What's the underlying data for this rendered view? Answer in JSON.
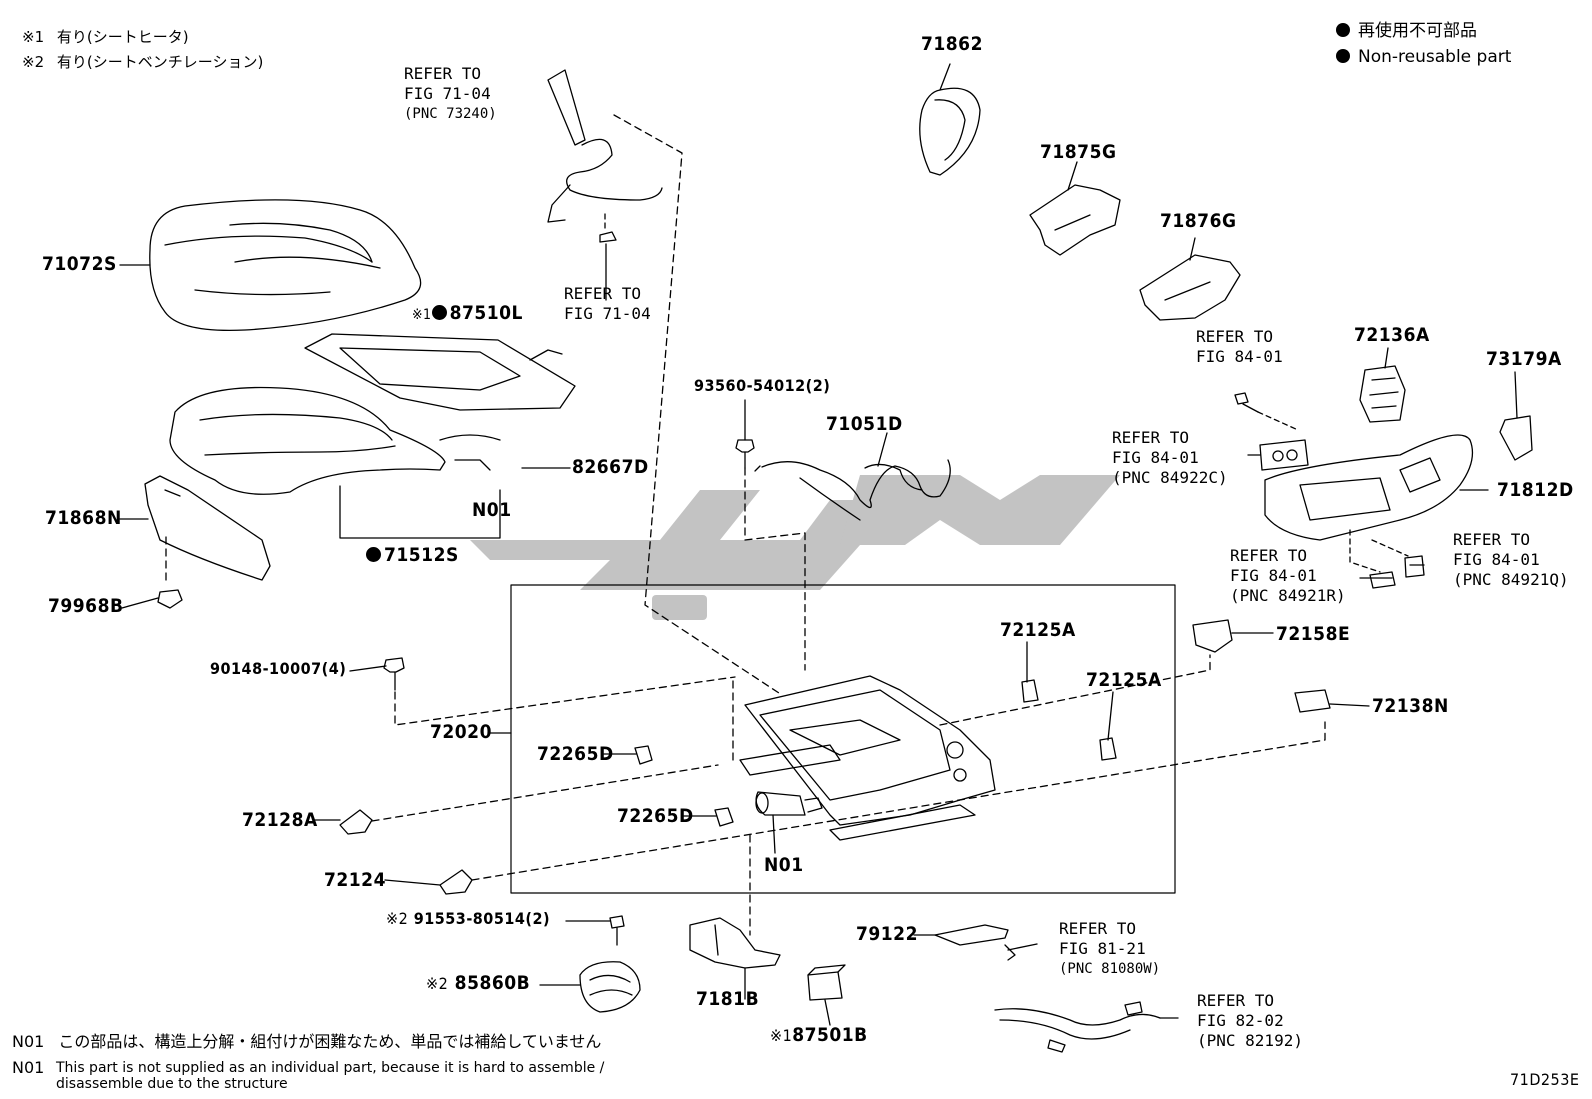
{
  "notes": {
    "n1_mark": "※1",
    "n1_text": "有り(シートヒータ)",
    "n2_mark": "※2",
    "n2_text": "有り(シートベンチレーション)"
  },
  "legend": {
    "jp": "再使用不可部品",
    "en": "Non-reusable part"
  },
  "refs": {
    "r1": [
      "REFER TO",
      "FIG 71-04",
      "(PNC 73240)"
    ],
    "r2": [
      "REFER TO",
      "FIG 71-04"
    ],
    "r3": [
      "REFER TO",
      "FIG 84-01"
    ],
    "r4": [
      "REFER TO",
      "FIG 84-01",
      "(PNC 84922C)"
    ],
    "r5": [
      "REFER TO",
      "FIG 84-01",
      "(PNC 84921R)"
    ],
    "r6": [
      "REFER TO",
      "FIG 84-01",
      "(PNC 84921Q)"
    ],
    "r7": [
      "REFER TO",
      "FIG 81-21",
      "(PNC 81080W)"
    ],
    "r8": [
      "REFER TO",
      "FIG 82-02",
      "(PNC 82192)"
    ]
  },
  "parts": {
    "p71072S": "71072S",
    "p87510L_mark": "※1",
    "p87510L": "87510L",
    "p82667D": "82667D",
    "pN01a": "N01",
    "p71512S": "71512S",
    "p71868N": "71868N",
    "p79968B": "79968B",
    "p90148": "90148-10007(4)",
    "p72020": "72020",
    "p72265Da": "72265D",
    "p72128A": "72128A",
    "p72265Db": "72265D",
    "pN01b": "N01",
    "p72124": "72124",
    "p91553_mark": "※2",
    "p91553": "91553-80514(2)",
    "p85860B_mark": "※2",
    "p85860B": "85860B",
    "p7181B": "7181B",
    "p87501B_mark": "※1",
    "p87501B": "87501B",
    "p79122": "79122",
    "p93560": "93560-54012(2)",
    "p71051D": "71051D",
    "p71862": "71862",
    "p71875G": "71875G",
    "p71876G": "71876G",
    "p72136A": "72136A",
    "p73179A": "73179A",
    "p71812D": "71812D",
    "p72125Aa": "72125A",
    "p72125Ab": "72125A",
    "p72158E": "72158E",
    "p72138N": "72138N"
  },
  "footnotes": {
    "f1_mark": "N01",
    "f1_text": "この部品は、構造上分解・組付けが困難なため、単品では補給していません",
    "f2_mark": "N01",
    "f2_text_l1": "This part is not supplied as an individual part, because it is hard to assemble /",
    "f2_text_l2": "disassemble due to the structure"
  },
  "figure_code": "71D253E"
}
